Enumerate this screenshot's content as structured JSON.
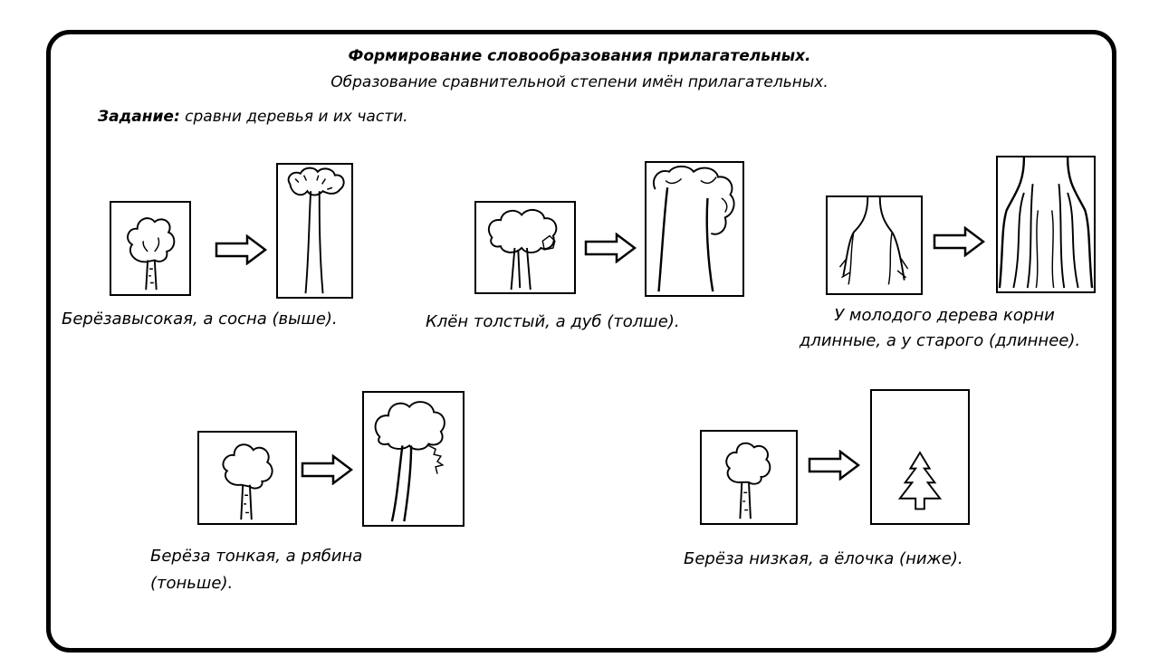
{
  "header": {
    "title": "Формирование словообразования прилагательных.",
    "subtitle": "Образование сравнительной степени имён прилагательных.",
    "task_label": "Задание:",
    "task_text": " сравни    деревья и их части."
  },
  "pairs": [
    {
      "caption": "Берёзавысокая, а сосна (выше).",
      "left_icon": "birch-tree-icon",
      "right_icon": "pine-tree-icon"
    },
    {
      "caption": "Клён толстый, а дуб (толше).",
      "left_icon": "maple-tree-icon",
      "right_icon": "oak-trunk-icon"
    },
    {
      "caption_line1": "У молодого дерева корни",
      "caption_line2": "длинные, а у старого (длиннее).",
      "left_icon": "young-roots-icon",
      "right_icon": "old-roots-icon"
    },
    {
      "caption_line1": "Берёза тонкая, а рябина",
      "caption_line2": "(тоньше).",
      "left_icon": "birch-tree-icon",
      "right_icon": "rowan-tree-icon"
    },
    {
      "caption": "Берёза низкая, а ёлочка (ниже).",
      "left_icon": "birch-tree-icon",
      "right_icon": "fir-tree-icon"
    }
  ]
}
